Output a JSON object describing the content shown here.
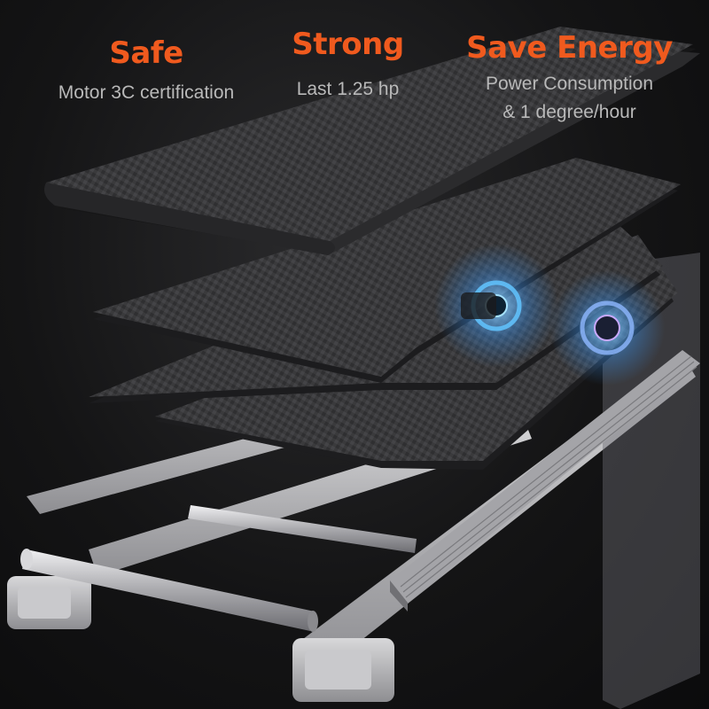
{
  "features": [
    {
      "title": "Safe",
      "desc": [
        "Motor 3C certification"
      ]
    },
    {
      "title": "Strong",
      "desc": [
        "Last 1.25 hp"
      ]
    },
    {
      "title": "Save Energy",
      "desc": [
        "Power Consumption",
        "& 1 degree/hour"
      ]
    }
  ],
  "colors": {
    "accent": "#f05a1e",
    "background": "#141415",
    "desc_text": "#b9b9b9",
    "frame": "#b8b8ba",
    "motor_glow": "#4fb8ff"
  }
}
